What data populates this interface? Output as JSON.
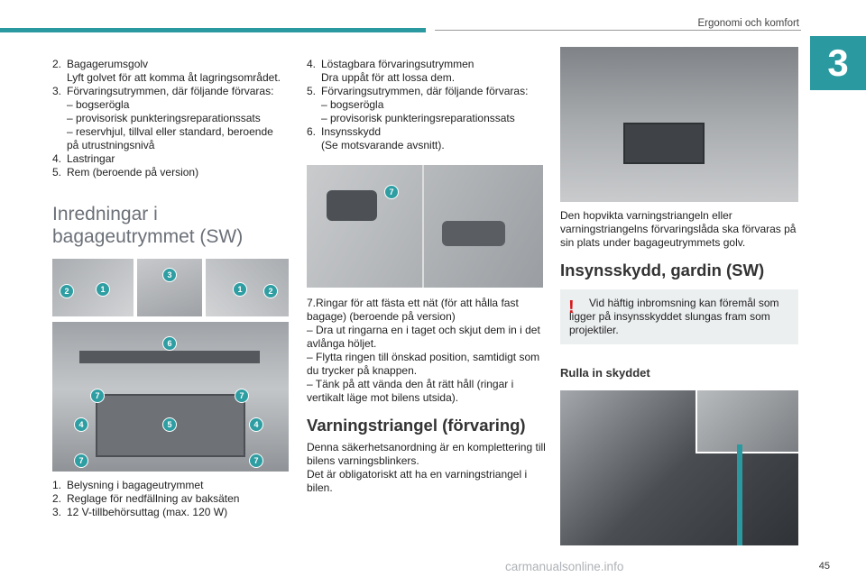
{
  "header": {
    "title": "Ergonomi och komfort",
    "chapter": "3"
  },
  "col1": {
    "list_top": [
      {
        "n": "2.",
        "text": "Bagagerumsgolv",
        "sub": "Lyft golvet för att komma åt lagringsområdet."
      },
      {
        "n": "3.",
        "text": "Förvaringsutrymmen, där följande förvaras:"
      }
    ],
    "list_top_sub": [
      "– bogserögla",
      "– provisorisk punkteringsreparationssats",
      "– reservhjul, tillval eller standard, beroende",
      "på utrustningsnivå"
    ],
    "list_top_end": [
      {
        "n": "4.",
        "text": "Lastringar"
      },
      {
        "n": "5.",
        "text": "Rem (beroende på version)"
      }
    ],
    "title_line1": "Inredningar i",
    "title_line2": "bagageutrymmet (SW)",
    "list_bottom": [
      {
        "n": "1.",
        "text": "Belysning i bagageutrymmet"
      },
      {
        "n": "2.",
        "text": "Reglage för nedfällning av baksäten"
      },
      {
        "n": "3.",
        "text": "12 V-tillbehörsuttag (max. 120 W)"
      }
    ],
    "badges_top": [
      "2",
      "1",
      "3",
      "1",
      "2"
    ],
    "badges_main": [
      "6",
      "7",
      "7",
      "4",
      "5",
      "4",
      "7",
      "7"
    ]
  },
  "col2": {
    "list": [
      {
        "n": "4.",
        "text": "Löstagbara förvaringsutrymmen",
        "sub": "Dra uppåt för att lossa dem."
      },
      {
        "n": "5.",
        "text": "Förvaringsutrymmen, där följande förvaras:"
      }
    ],
    "list_sub": [
      "– bogserögla",
      "– provisorisk punkteringsreparationssats"
    ],
    "list_end": {
      "n": "6.",
      "text": "Insynsskydd",
      "sub": "(Se motsvarande avsnitt)."
    },
    "badge": "7",
    "para": "7.Ringar för att fästa ett nät (för att hålla fast bagage) (beroende på version)",
    "dash1": "– Dra ut ringarna en i taget och skjut dem in i det avlånga höljet.",
    "dash2": "– Flytta ringen till önskad position, samtidigt som du trycker på knappen.",
    "dash3": "– Tänk på att vända den åt rätt håll (ringar i vertikalt läge mot bilens utsida).",
    "heading": "Varningstriangel (förvaring)",
    "text1": "Denna säkerhetsanordning är en komplettering till bilens varningsblinkers.",
    "text2": "Det är obligatoriskt att ha en varningstriangel i bilen."
  },
  "col3": {
    "caption": "Den hopvikta varningstriangeln eller varningstriangelns förvaringslåda ska förvaras på sin plats under bagageutrymmets golv.",
    "heading": "Insynsskydd, gardin (SW)",
    "warning": "Vid häftig inbromsning kan föremål som ligger på insynsskyddet slungas fram som projektiler.",
    "subheading": "Rulla in skyddet"
  },
  "footer": {
    "page": "45",
    "watermark": "carmanualsonline.info"
  }
}
